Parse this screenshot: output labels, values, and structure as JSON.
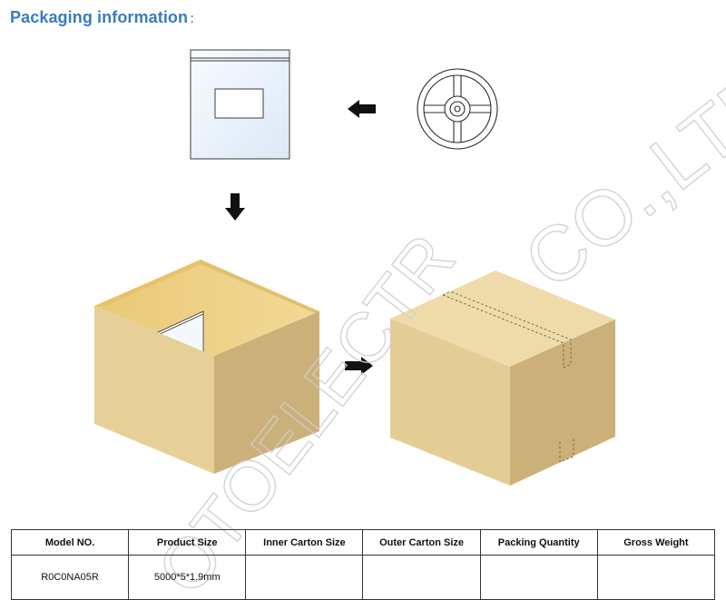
{
  "heading": {
    "title": "Packaging information",
    "colon": ":"
  },
  "watermark": {
    "text": "CO.,LTD",
    "text2": "OTOELECTR"
  },
  "diagram": {
    "steps": [
      "bag-icon",
      "reel-icon",
      "inner-carton-icon",
      "outer-carton-icon"
    ],
    "arrows": [
      "arrow-left-icon",
      "arrow-down-icon",
      "arrow-right-icon"
    ],
    "colors": {
      "carton_front": "#e6cf98",
      "carton_side": "#ccb07a",
      "carton_top": "#efdcaa",
      "carton_inside": "#f0d489",
      "arrow": "#111111",
      "bag_tint": "#e9f2fb"
    }
  },
  "table": {
    "headers": [
      "Model NO.",
      "Product Size",
      "Inner Carton Size",
      "Outer Carton Size",
      "Packing Quantity",
      "Gross Weight"
    ],
    "rows": [
      [
        "R0C0NA05R",
        "5000*5*1.9mm",
        "",
        "",
        "",
        ""
      ]
    ]
  }
}
